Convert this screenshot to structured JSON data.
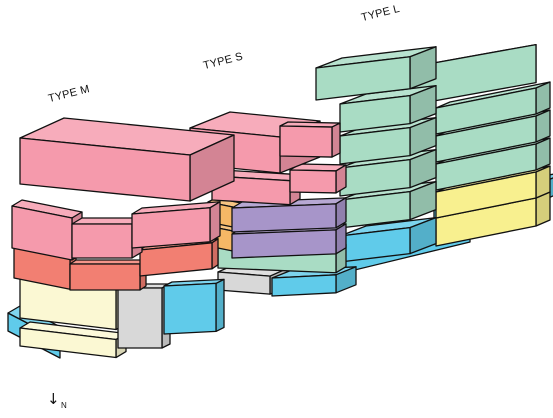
{
  "labels": {
    "type_m": "TYPE M",
    "type_s": "TYPE S",
    "type_l": "TYPE L",
    "north_arrow": "↓",
    "north_letter": "N"
  },
  "palette": {
    "pink": "#f59aac",
    "salmon": "#f27f72",
    "cream": "#fbf8d3",
    "grey": "#d8d8d8",
    "cyan": "#60cbea",
    "orange": "#f5b866",
    "purple": "#a795c9",
    "mint": "#a9dcc4",
    "yellow": "#f8f08f"
  }
}
